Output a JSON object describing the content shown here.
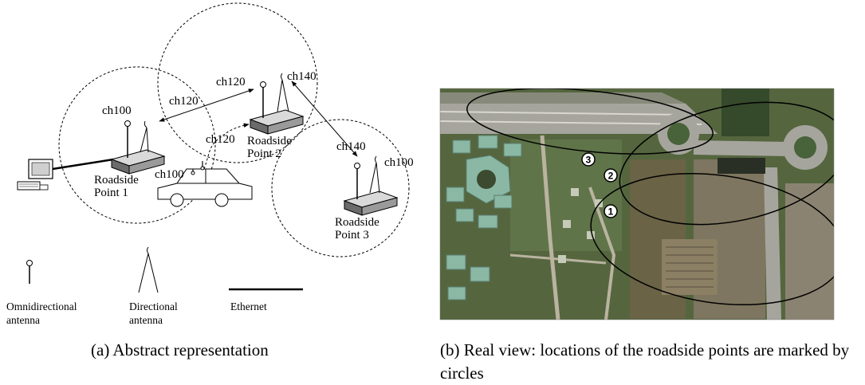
{
  "left_panel": {
    "channels": {
      "rp1_label": "ch100",
      "car_label": "ch100",
      "link_rp1_rp2": "ch120",
      "rp2_omni": "ch120",
      "car_to_rp2": "ch120",
      "rp2_dir": "ch140",
      "rp3_top": "ch140",
      "rp3_dir": "ch100"
    },
    "roadside_points": [
      {
        "line1": "Roadside",
        "line2": "Point 1"
      },
      {
        "line1": "Roadside",
        "line2": "Point 2"
      },
      {
        "line1": "Roadside",
        "line2": "Point 3"
      }
    ],
    "legend": {
      "omni_line1": "Omnidirectional",
      "omni_line2": "antenna",
      "dir_line1": "Directional",
      "dir_line2": "antenna",
      "ethernet": "Ethernet"
    },
    "caption": "(a)  Abstract representation"
  },
  "right_panel": {
    "markers": [
      "3",
      "2",
      "1"
    ],
    "caption": "(b)  Real view: locations of the roadside points are marked by circles"
  },
  "colors": {
    "aerial_green": "#55663f",
    "road_gray": "#a6a59d",
    "building_teal": "#8ab8a4"
  }
}
